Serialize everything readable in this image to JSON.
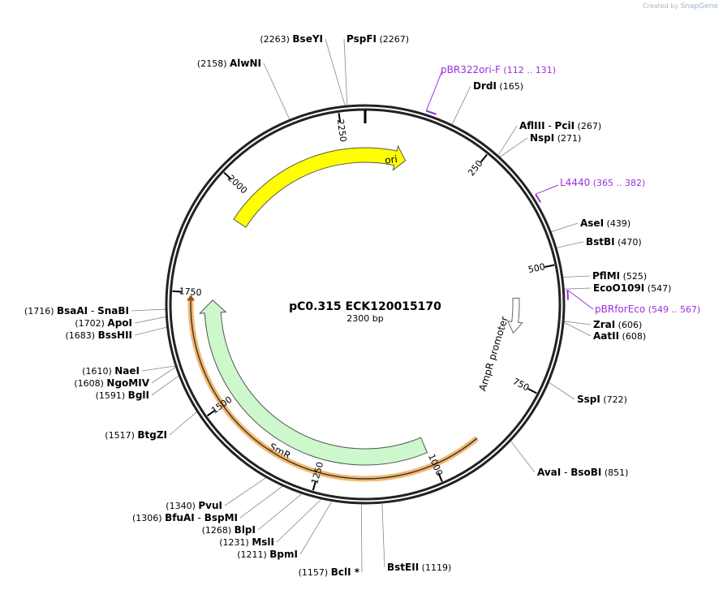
{
  "watermark": {
    "created_by": "Created by",
    "brand": "SnapGene"
  },
  "plasmid": {
    "name": "pC0.315 ECK120015170",
    "size_label": "2300 bp",
    "total_bp": 2300
  },
  "ticks": [
    "250",
    "500",
    "750",
    "1000",
    "1250",
    "1500",
    "1750",
    "2000",
    "2250"
  ],
  "sites": [
    {
      "name": "BseYI",
      "pos": "(2263)"
    },
    {
      "name": "PspFI",
      "pos": "(2267)"
    },
    {
      "name": "AlwNI",
      "pos": "(2158)"
    },
    {
      "name": "DrdI",
      "pos": "(165)"
    },
    {
      "name": "AflIII",
      "name2": "PciI",
      "pos": "(267)"
    },
    {
      "name": "NspI",
      "pos": "(271)"
    },
    {
      "name": "AseI",
      "pos": "(439)"
    },
    {
      "name": "BstBI",
      "pos": "(470)"
    },
    {
      "name": "PflMI",
      "pos": "(525)"
    },
    {
      "name": "EcoO109I",
      "pos": "(547)"
    },
    {
      "name": "ZraI",
      "pos": "(606)"
    },
    {
      "name": "AatII",
      "pos": "(608)"
    },
    {
      "name": "SspI",
      "pos": "(722)"
    },
    {
      "name": "AvaI",
      "name2": "BsoBI",
      "pos": "(851)"
    },
    {
      "name": "BstEII",
      "pos": "(1119)"
    },
    {
      "name": "BclI *",
      "pos": "(1157)"
    },
    {
      "name": "BpmI",
      "pos": "(1211)"
    },
    {
      "name": "MslI",
      "pos": "(1231)"
    },
    {
      "name": "BlpI",
      "pos": "(1268)"
    },
    {
      "name": "BfuAI",
      "name2": "BspMI",
      "pos": "(1306)"
    },
    {
      "name": "PvuI",
      "pos": "(1340)"
    },
    {
      "name": "BtgZI",
      "pos": "(1517)"
    },
    {
      "name": "BglI",
      "pos": "(1591)"
    },
    {
      "name": "NgoMIV",
      "pos": "(1608)"
    },
    {
      "name": "NaeI",
      "pos": "(1610)"
    },
    {
      "name": "BssHII",
      "pos": "(1683)"
    },
    {
      "name": "ApoI",
      "pos": "(1702)"
    },
    {
      "name": "BsaAI",
      "name2": "SnaBI",
      "pos": "(1716)"
    }
  ],
  "primers": [
    {
      "name": "pBR322ori-F",
      "range": "(112 .. 131)"
    },
    {
      "name": "L4440",
      "range": "(365 .. 382)"
    },
    {
      "name": "pBRforEco",
      "range": "(549 .. 567)"
    }
  ],
  "features": [
    {
      "name": "ori",
      "color": "#ffff00"
    },
    {
      "name": "SmR",
      "color": "#ccf8cc"
    },
    {
      "name": "AmpR promoter",
      "color": "#ffffff"
    }
  ],
  "colors": {
    "primer": "#9b30d9",
    "backbone": "#000000",
    "orange_track": "#f0a040"
  }
}
